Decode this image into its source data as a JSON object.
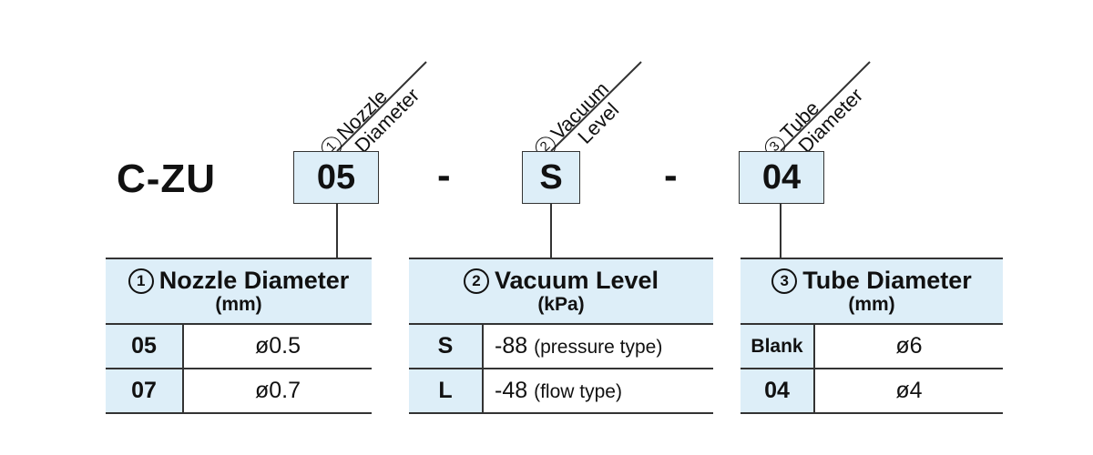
{
  "model_code": "C-ZU",
  "separator": "-",
  "codes": {
    "nozzle": "05",
    "vacuum": "S",
    "tube": "04"
  },
  "labels": {
    "nozzle": {
      "num": "1",
      "line1": "Nozzle",
      "line2": "Diameter"
    },
    "vacuum": {
      "num": "2",
      "line1": "Vacuum",
      "line2": "Level"
    },
    "tube": {
      "num": "3",
      "line1": "Tube",
      "line2": "Diameter"
    }
  },
  "tables": {
    "nozzle": {
      "num": "1",
      "title": "Nozzle Diameter",
      "unit": "(mm)",
      "rows": [
        {
          "key": "05",
          "value": "ø0.5",
          "note": ""
        },
        {
          "key": "07",
          "value": "ø0.7",
          "note": ""
        }
      ]
    },
    "vacuum": {
      "num": "2",
      "title": "Vacuum Level",
      "unit": "(kPa)",
      "rows": [
        {
          "key": "S",
          "value": "-88",
          "note": "(pressure type)"
        },
        {
          "key": "L",
          "value": "-48",
          "note": "(flow type)"
        }
      ]
    },
    "tube": {
      "num": "3",
      "title": "Tube Diameter",
      "unit": "(mm)",
      "rows": [
        {
          "key": "Blank",
          "value": "ø6",
          "note": ""
        },
        {
          "key": "04",
          "value": "ø4",
          "note": ""
        }
      ]
    }
  },
  "colors": {
    "box_fill": "#ddeef8",
    "line": "#333333"
  }
}
